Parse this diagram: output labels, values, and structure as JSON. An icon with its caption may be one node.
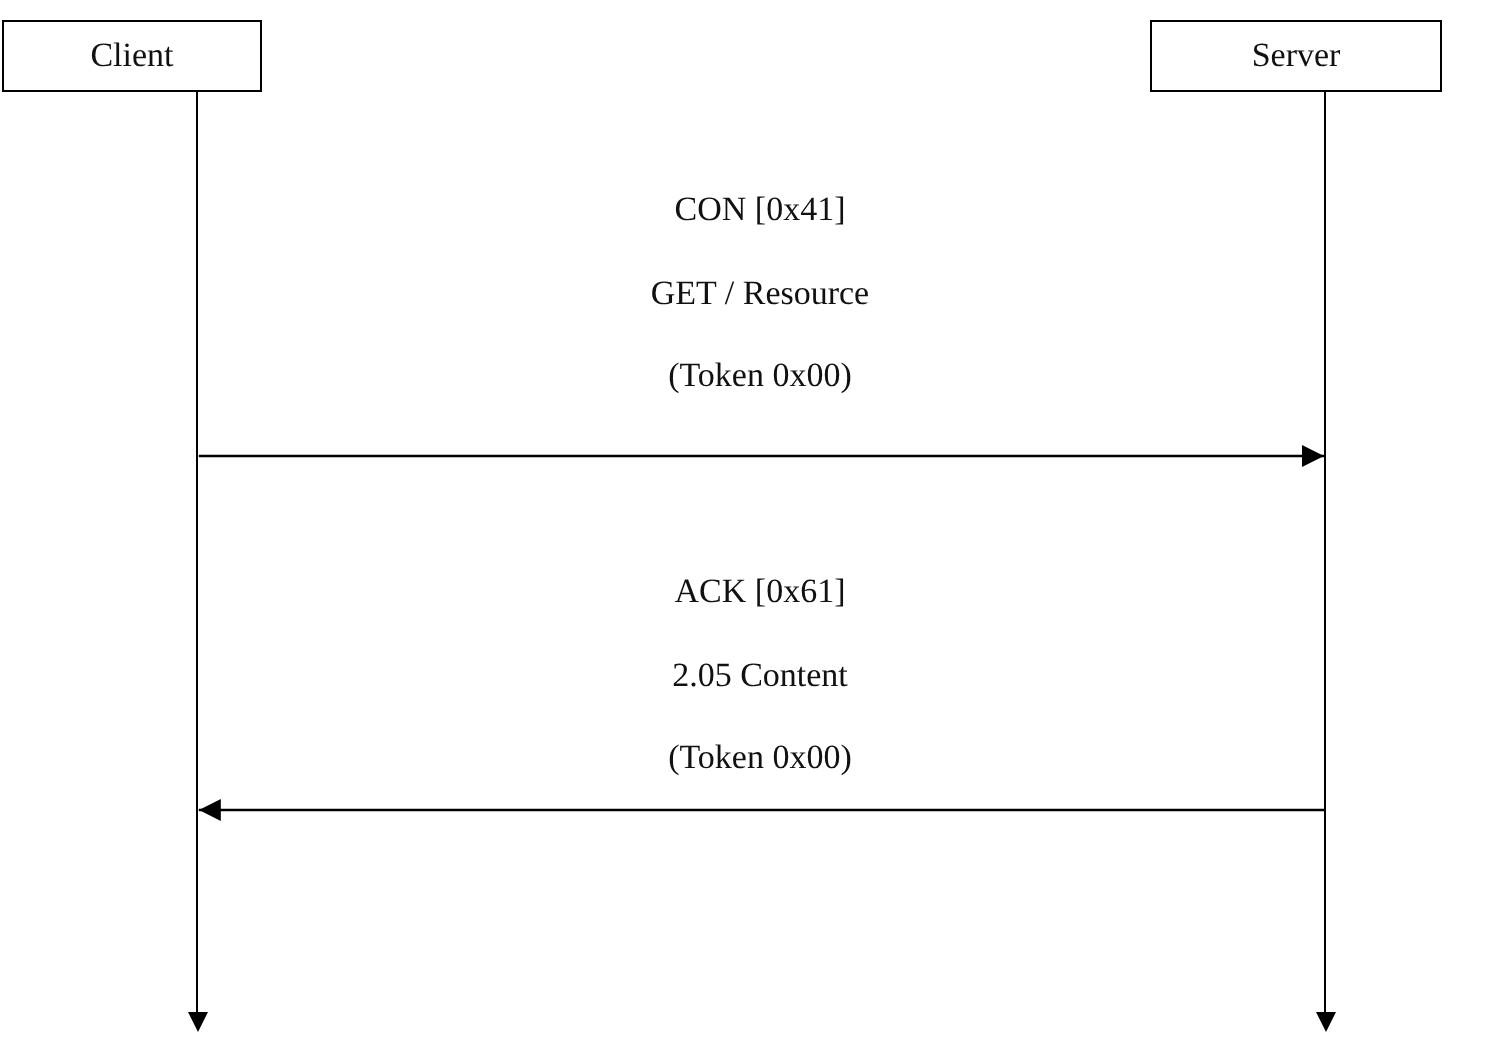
{
  "diagram": {
    "nodes": [
      {
        "text": [
          "Client"
        ]
      },
      {
        "text": [
          "Server"
        ]
      },
      {
        "text": [],
        "shape": "line"
      },
      {
        "text": [],
        "shape": "line"
      }
    ],
    "edges": [
      {
        "from": 2,
        "to": 3,
        "arrow": "to"
      },
      {
        "from": 3,
        "to": 2,
        "arrow": "to"
      }
    ],
    "labels": [
      "CON [0x41]",
      "GET / Resource",
      "(Token 0x00)",
      "ACK [0x61]",
      "2.05 Content",
      "(Token 0x00)"
    ]
  }
}
